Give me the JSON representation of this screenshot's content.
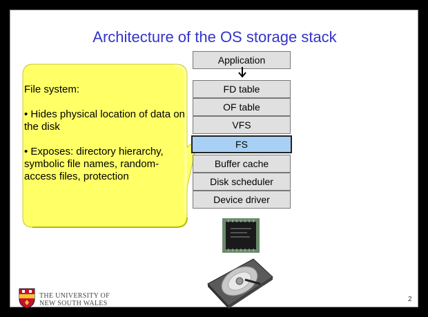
{
  "title": "Architecture of the OS storage stack",
  "stack": {
    "top": "Application",
    "layers": [
      "FD table",
      "OF table",
      "VFS",
      "FS",
      "Buffer cache",
      "Disk scheduler",
      "Device driver"
    ],
    "highlighted": "FS"
  },
  "callout": {
    "heading": "File system:",
    "bullets": [
      "• Hides physical location of data on the disk",
      "• Exposes: directory hierarchy, symbolic file names, random-access files, protection"
    ]
  },
  "footer": {
    "university_line1": "THE UNIVERSITY OF",
    "university_line2": "NEW SOUTH WALES",
    "page_number": "2"
  },
  "colors": {
    "title": "#3333cc",
    "layer_fill": "#e0e0e0",
    "highlight_fill": "#a8d0f4",
    "callout_fill": "#ffff66"
  }
}
